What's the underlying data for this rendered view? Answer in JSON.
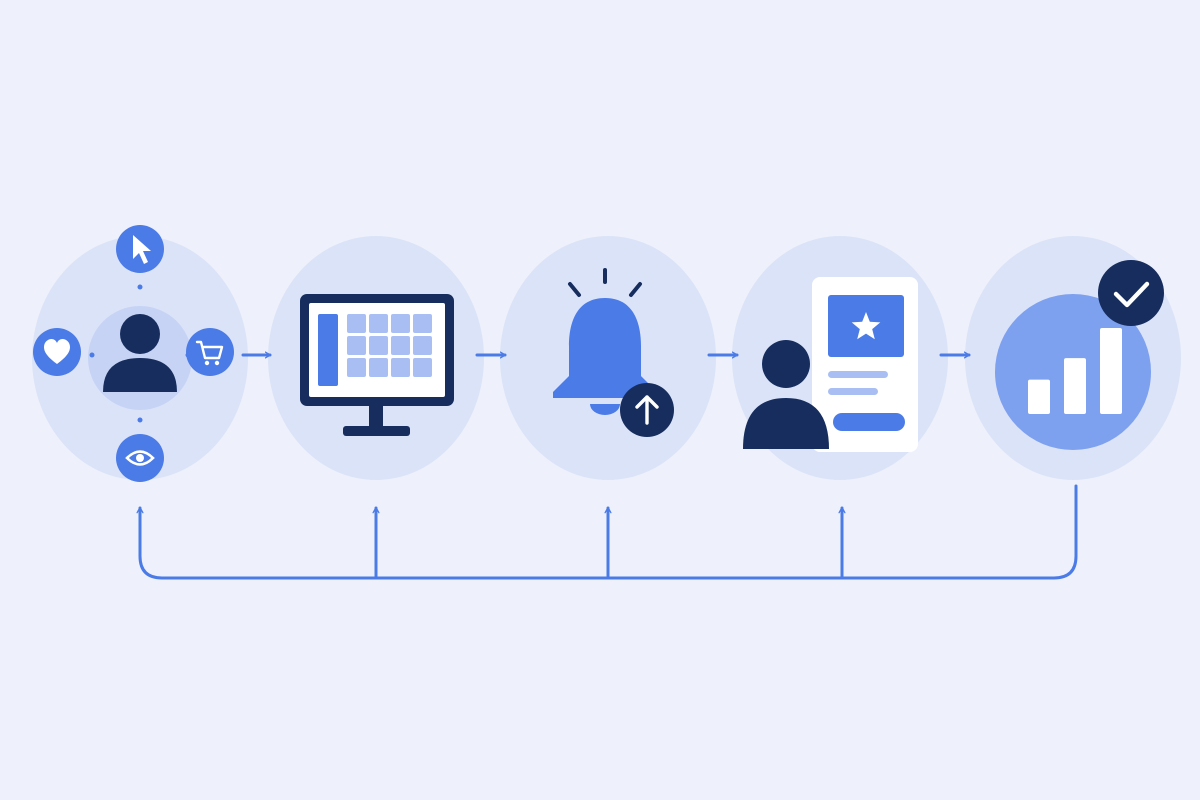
{
  "colors": {
    "background": "#eef1fb",
    "stage_circle": "#dbe3f8",
    "inner_circle": "#c6d3f4",
    "accent": "#4b7be6",
    "accent_light": "#7da0ef",
    "tile_light": "#a9bff3",
    "navy": "#162d5e",
    "white": "#ffffff"
  },
  "stages": [
    {
      "id": "user-interactions",
      "icon": "user-icon",
      "satellites": [
        "cursor-icon",
        "heart-icon",
        "cart-icon",
        "eye-icon"
      ]
    },
    {
      "id": "dashboard",
      "icon": "monitor-dashboard-icon"
    },
    {
      "id": "notification",
      "icon": "bell-icon",
      "badge": "arrow-up-icon"
    },
    {
      "id": "recommendation",
      "icon": "user-card-icon",
      "badge": "star-icon"
    },
    {
      "id": "analytics",
      "icon": "bar-chart-icon",
      "badge": "check-icon",
      "chart_bars": [
        0.4,
        0.65,
        1.0
      ]
    }
  ],
  "connectors": {
    "forward": [
      "user-to-dashboard",
      "dashboard-to-notification",
      "notification-to-recommendation",
      "recommendation-to-analytics"
    ],
    "feedback": {
      "from": "analytics",
      "to": [
        "user-interactions",
        "dashboard",
        "notification",
        "recommendation"
      ]
    }
  }
}
